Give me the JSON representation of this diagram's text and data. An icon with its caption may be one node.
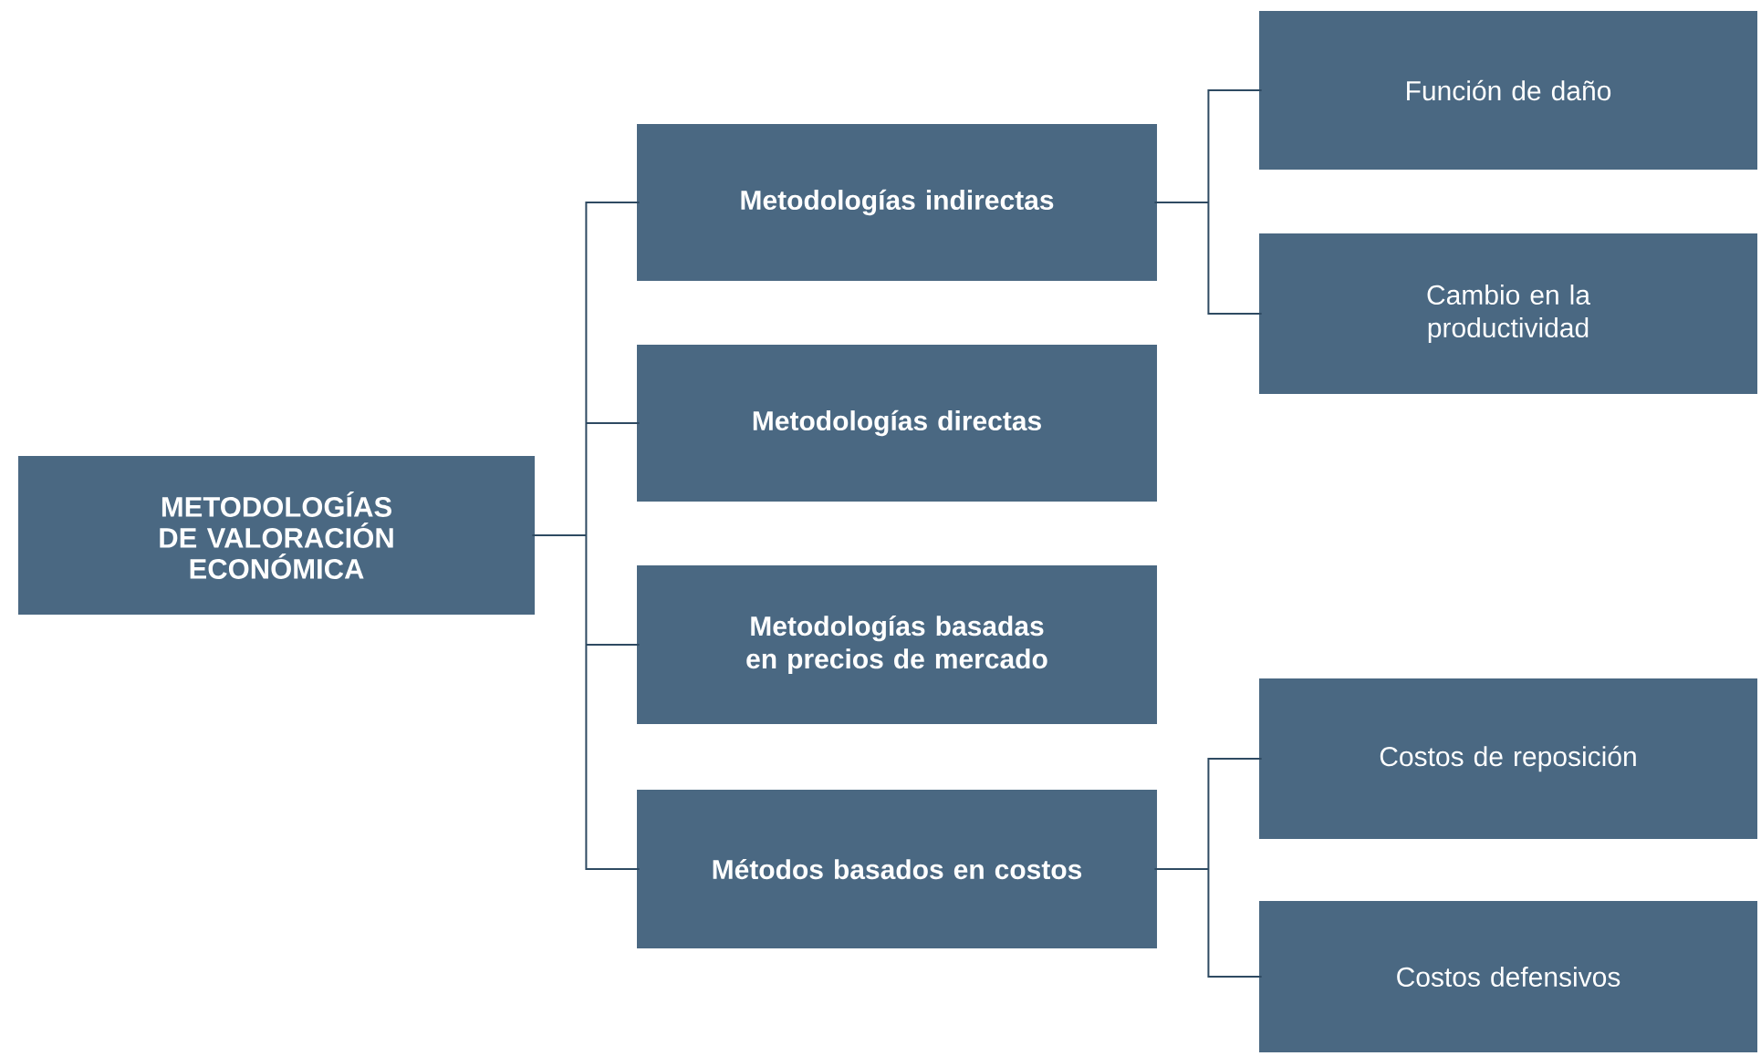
{
  "diagram": {
    "nodes": [
      {
        "text": [
          "METODOLOGÍAS DE VALORACIÓN ECONÓMICA"
        ]
      },
      {
        "text": [
          "Metodologías indirectas"
        ]
      },
      {
        "text": [
          "Metodologías directas"
        ]
      },
      {
        "text": [
          "Metodologías basadas en precios de mercado"
        ]
      },
      {
        "text": [
          "Métodos basados en costos"
        ]
      },
      {
        "text": [
          "Función de daño"
        ]
      },
      {
        "text": [
          "Cambio en la productividad"
        ]
      },
      {
        "text": [
          "Costos de reposición"
        ]
      },
      {
        "text": [
          "Costos defensivos"
        ]
      }
    ],
    "edges": [
      {
        "from": 0,
        "to": 1,
        "arrow": "none"
      },
      {
        "from": 0,
        "to": 2,
        "arrow": "none"
      },
      {
        "from": 0,
        "to": 3,
        "arrow": "none"
      },
      {
        "from": 0,
        "to": 4,
        "arrow": "none"
      },
      {
        "from": 1,
        "to": 5,
        "arrow": "none"
      },
      {
        "from": 1,
        "to": 6,
        "arrow": "none"
      },
      {
        "from": 4,
        "to": 7,
        "arrow": "none"
      },
      {
        "from": 4,
        "to": 8,
        "arrow": "none"
      }
    ]
  }
}
